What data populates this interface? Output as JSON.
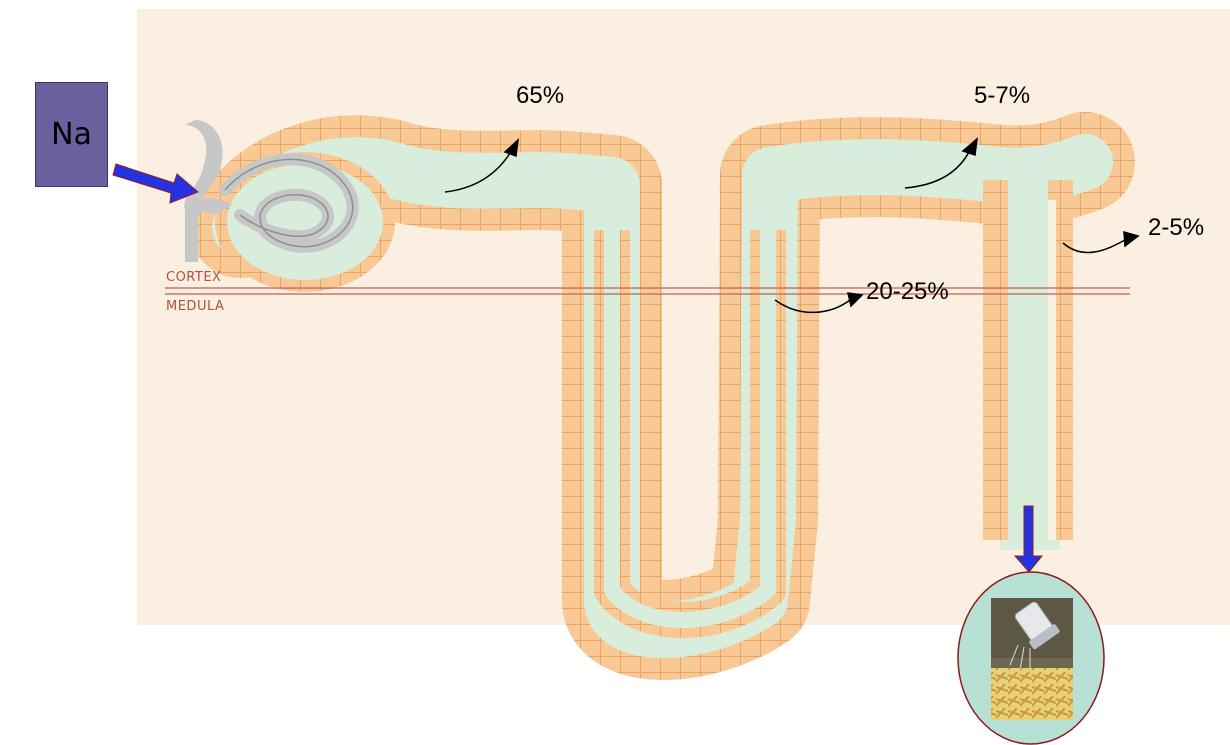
{
  "ion": {
    "label": "Na"
  },
  "zones": {
    "cortex": "CORTEX",
    "medulla": "MEDULA"
  },
  "reabsorption": {
    "proximal_tubule": "65%",
    "thick_ascending_limb": "20-25%",
    "distal_tubule": "5-7%",
    "collecting_duct": "2-5%"
  },
  "colors": {
    "background_panel": "#fbefe2",
    "tubule_lumen": "#d8eddb",
    "epithelium_cell": "#f8c994",
    "cell_border": "#e9a566",
    "boundary_line": "#c9776a",
    "inflow_arrow": "#2432e0",
    "na_box": "#6b5f9e",
    "food_circle": "#b6e1d4"
  },
  "image": {
    "subject": "salt shaker over french fries"
  }
}
